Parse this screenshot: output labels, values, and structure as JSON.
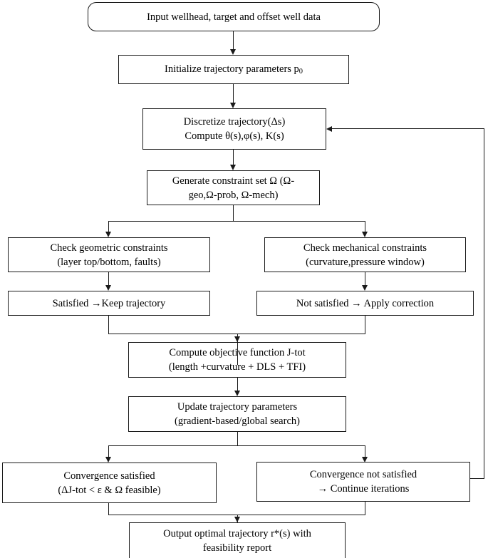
{
  "diagram": {
    "title": "Well trajectory optimization workflow flowchart",
    "line_color": "#1a1a1a",
    "background": "#ffffff",
    "nodes": {
      "input_data": {
        "label": "Input wellhead, target and offset well data",
        "shape": "rounded-rectangle"
      },
      "initialize": {
        "label": "Initialize trajectory parameters p",
        "subscript": "0",
        "shape": "rectangle"
      },
      "discretize": {
        "label": "Discretize trajectory(Δs)\nCompute θ(s),φ(s), K(s)",
        "shape": "rectangle"
      },
      "generate_constraints": {
        "label": "Generate constraint set Ω (Ω-\ngeo,Ω-prob, Ω-mech)",
        "shape": "rectangle"
      },
      "check_geometric": {
        "label": "Check geometric constraints\n(layer top/bottom, faults)",
        "shape": "rectangle"
      },
      "check_mechanical": {
        "label": "Check mechanical constraints\n(curvature,pressure window)",
        "shape": "rectangle"
      },
      "satisfied_keep": {
        "label": "Satisfied →Keep trajectory",
        "shape": "rectangle"
      },
      "not_satisfied_correct": {
        "label": "Not satisfied → Apply correction",
        "shape": "rectangle"
      },
      "compute_objective": {
        "label": "Compute objective function J-tot\n(length +curvature + DLS + TFI)",
        "shape": "rectangle"
      },
      "update_params": {
        "label": "Update trajectory parameters\n(gradient-based/global search)",
        "shape": "rectangle"
      },
      "convergence_satisfied": {
        "label": "Convergence satisfied\n(ΔJ-tot < ε & Ω  feasible)",
        "shape": "rectangle"
      },
      "convergence_not_satisfied": {
        "label": "Convergence not satisfied\n→ Continue iterations",
        "shape": "rectangle"
      },
      "output_trajectory": {
        "label": "Output optimal trajectory r*(s) with\nfeasibility report",
        "shape": "rectangle"
      }
    },
    "edges": [
      {
        "from": "input_data",
        "to": "initialize",
        "type": "straight-down",
        "arrow": true
      },
      {
        "from": "initialize",
        "to": "discretize",
        "type": "straight-down",
        "arrow": true
      },
      {
        "from": "discretize",
        "to": "generate_constraints",
        "type": "straight-down",
        "arrow": true
      },
      {
        "from": "generate_constraints",
        "to": "check_geometric",
        "type": "split-branch-left",
        "arrow": true
      },
      {
        "from": "generate_constraints",
        "to": "check_mechanical",
        "type": "split-branch-right",
        "arrow": true
      },
      {
        "from": "check_geometric",
        "to": "satisfied_keep",
        "type": "straight-down",
        "arrow": true
      },
      {
        "from": "check_mechanical",
        "to": "not_satisfied_correct",
        "type": "straight-down",
        "arrow": true
      },
      {
        "from": "satisfied_keep",
        "to": "compute_objective",
        "type": "merge-down",
        "arrow": true
      },
      {
        "from": "not_satisfied_correct",
        "to": "compute_objective",
        "type": "merge-down",
        "arrow": true
      },
      {
        "from": "compute_objective",
        "to": "update_params",
        "type": "straight-down",
        "arrow": true
      },
      {
        "from": "update_params",
        "to": "convergence_satisfied",
        "type": "split-branch-left",
        "arrow": true
      },
      {
        "from": "update_params",
        "to": "convergence_not_satisfied",
        "type": "split-branch-right",
        "arrow": true
      },
      {
        "from": "convergence_satisfied",
        "to": "output_trajectory",
        "type": "merge-down",
        "arrow": true
      },
      {
        "from": "convergence_not_satisfied",
        "to": "output_trajectory",
        "type": "merge-down",
        "arrow": true
      },
      {
        "from": "convergence_not_satisfied",
        "to": "discretize",
        "type": "feedback-loop-right",
        "arrow": true
      }
    ]
  }
}
